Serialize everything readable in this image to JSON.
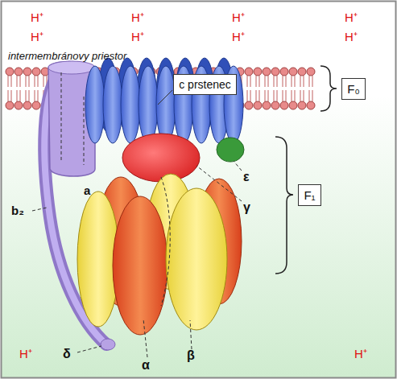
{
  "diagram": {
    "nodes": [
      {
        "text": [
          "c prstenec"
        ]
      },
      {
        "text": [
          "F₀"
        ]
      },
      {
        "text": [
          "F₁"
        ]
      }
    ],
    "labels": [
      "H⁺",
      "H⁺",
      "H⁺",
      "H⁺",
      "H⁺",
      "H⁺",
      "H⁺",
      "H⁺",
      "intermembránovy priestor",
      "a",
      "b₂",
      "ε",
      "γ",
      "δ",
      "α",
      "β",
      "H⁺",
      "H⁺"
    ]
  }
}
